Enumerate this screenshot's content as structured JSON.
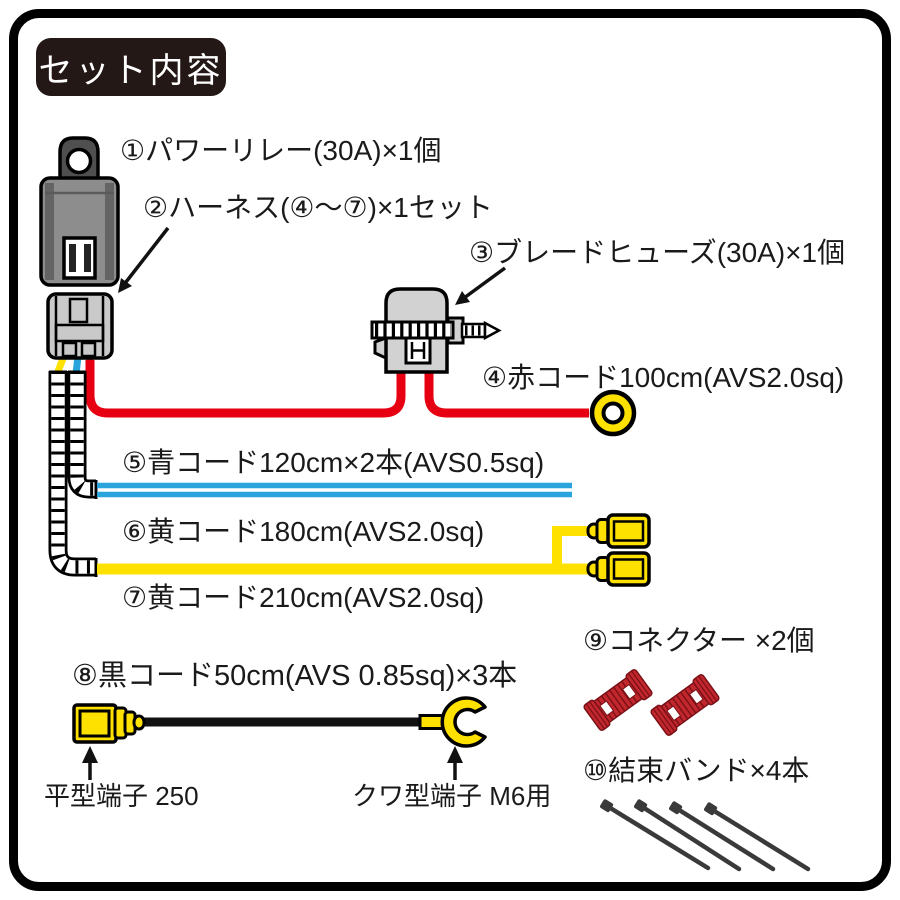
{
  "title": "セット内容",
  "items": {
    "relay": "①パワーリレー(30A)×1個",
    "harness": "②ハーネス(④〜⑦)×1セット",
    "fuse": "③ブレードヒューズ(30A)×1個",
    "red_cord": "④赤コード100cm(AVS2.0sq)",
    "blue_cord": "⑤青コード120cm×2本(AVS0.5sq)",
    "yellow_cord_180": "⑥黄コード180cm(AVS2.0sq)",
    "yellow_cord_210": "⑦黄コード210cm(AVS2.0sq)",
    "black_cord": "⑧黒コード50cm(AVS 0.85sq)×3本",
    "connectors": "⑨コネクター ×2個",
    "cable_ties": "⑩結束バンド×4本"
  },
  "captions": {
    "flat_terminal": "平型端子 250",
    "fork_terminal": "クワ型端子 M6用"
  },
  "colors": {
    "red_wire": "#e60012",
    "blue_wire": "#29a4dd",
    "yellow": "#ffe100",
    "black_wire": "#111111",
    "title_bg": "#231815",
    "text": "#1a1a1a",
    "relay_body": "#8d8d8d",
    "relay_dark": "#4f4f4f",
    "connector_gray": "#c9c9c9",
    "fuse_gray": "#d2d2d2",
    "splice_red": "#c1272d",
    "tie_dark": "#3a3a3a"
  }
}
